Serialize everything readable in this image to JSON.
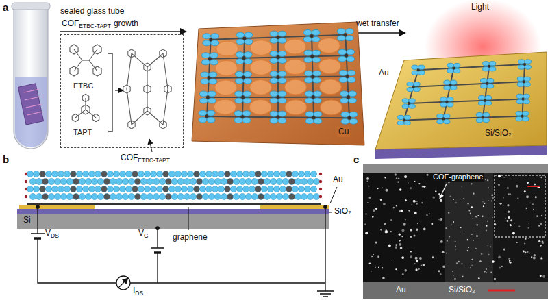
{
  "diagram": {
    "nodes": [
      {
        "text": [
          "ETBC",
          "TAPT"
        ]
      }
    ],
    "labels": [
      "a",
      "sealed glass tube",
      "COF",
      "ETBC-TAPT",
      "growth",
      "COF",
      "ETBC-TAPT",
      "wet transfer",
      "Cu",
      "Light",
      "Au",
      "Si/SiO₂",
      "b",
      "Au",
      "SiO₂",
      "Si",
      "graphene",
      "V",
      "DS",
      "V",
      "G",
      "I",
      "DS",
      "c",
      "COF-graphene",
      "Au",
      "Si/SiO₂"
    ]
  }
}
